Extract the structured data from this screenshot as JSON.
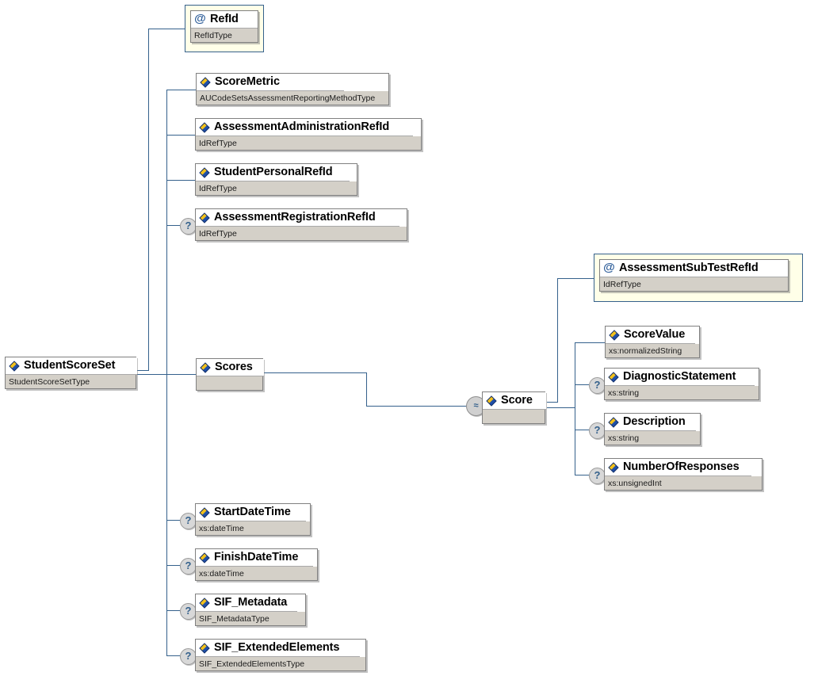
{
  "diagram": {
    "title": "StudentScoreSet",
    "type": "xsd-schema-tree",
    "colors": {
      "line": "#35618c",
      "attribute_frame_border": "#35618c",
      "attribute_frame_fill": "#ffffe8",
      "node_border": "#808080",
      "type_row_fill": "#d4d0c8",
      "header_fill": "#ffffff",
      "marker_fill": "#d8d8d8",
      "marker_glyph": "#35618c"
    }
  },
  "nodes": {
    "root": {
      "name": "StudentScoreSet",
      "type": "StudentScoreSetType",
      "kind": "element",
      "icon": "element-icon"
    },
    "refId": {
      "name": "RefId",
      "type": "RefIdType",
      "kind": "attribute",
      "icon": "attribute-icon",
      "glyph": "@"
    },
    "scoreMetric": {
      "name": "ScoreMetric",
      "type": "AUCodeSetsAssessmentReportingMethodType",
      "kind": "element",
      "icon": "element-icon"
    },
    "assessmentAdministrationRefId": {
      "name": "AssessmentAdministrationRefId",
      "type": "IdRefType",
      "kind": "element",
      "icon": "element-icon"
    },
    "studentPersonalRefId": {
      "name": "StudentPersonalRefId",
      "type": "IdRefType",
      "kind": "element",
      "icon": "element-icon"
    },
    "assessmentRegistrationRefId": {
      "name": "AssessmentRegistrationRefId",
      "type": "IdRefType",
      "kind": "element",
      "icon": "element-icon",
      "optional": true,
      "optional_glyph": "?"
    },
    "scores": {
      "name": "Scores",
      "type": "",
      "kind": "element",
      "icon": "element-icon"
    },
    "score": {
      "name": "Score",
      "type": "",
      "kind": "element",
      "icon": "element-icon",
      "repeat": true,
      "repeat_glyph": "≈"
    },
    "assessmentSubTestRefId": {
      "name": "AssessmentSubTestRefId",
      "type": "IdRefType",
      "kind": "attribute",
      "icon": "attribute-icon",
      "glyph": "@"
    },
    "scoreValue": {
      "name": "ScoreValue",
      "type": "xs:normalizedString",
      "kind": "element",
      "icon": "element-icon"
    },
    "diagnosticStatement": {
      "name": "DiagnosticStatement",
      "type": "xs:string",
      "kind": "element",
      "icon": "element-icon",
      "optional": true,
      "optional_glyph": "?"
    },
    "description": {
      "name": "Description",
      "type": "xs:string",
      "kind": "element",
      "icon": "element-icon",
      "optional": true,
      "optional_glyph": "?"
    },
    "numberOfResponses": {
      "name": "NumberOfResponses",
      "type": "xs:unsignedInt",
      "kind": "element",
      "icon": "element-icon",
      "optional": true,
      "optional_glyph": "?"
    },
    "startDateTime": {
      "name": "StartDateTime",
      "type": "xs:dateTime",
      "kind": "element",
      "icon": "element-icon",
      "optional": true,
      "optional_glyph": "?"
    },
    "finishDateTime": {
      "name": "FinishDateTime",
      "type": "xs:dateTime",
      "kind": "element",
      "icon": "element-icon",
      "optional": true,
      "optional_glyph": "?"
    },
    "sifMetadata": {
      "name": "SIF_Metadata",
      "type": "SIF_MetadataType",
      "kind": "element",
      "icon": "element-icon",
      "optional": true,
      "optional_glyph": "?"
    },
    "sifExtendedElements": {
      "name": "SIF_ExtendedElements",
      "type": "SIF_ExtendedElementsType",
      "kind": "element",
      "icon": "element-icon",
      "optional": true,
      "optional_glyph": "?"
    }
  }
}
